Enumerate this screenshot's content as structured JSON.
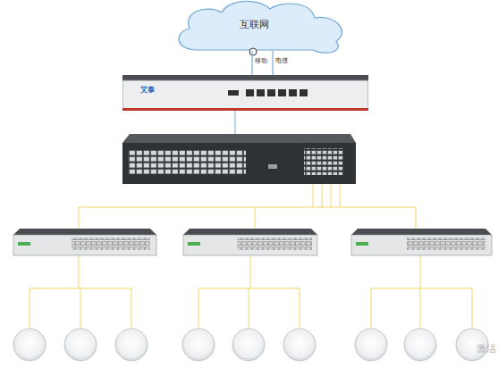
{
  "diagram": {
    "nodes": [
      {
        "text": [
          "互联网"
        ]
      },
      {
        "text": [
          "艾泰"
        ]
      }
    ],
    "edges": [
      {
        "from": 0,
        "to": 1,
        "arrow": "none",
        "label": "移动"
      },
      {
        "from": 0,
        "to": 1,
        "arrow": "none",
        "label": "电信"
      }
    ],
    "labels": [
      "激活"
    ]
  }
}
